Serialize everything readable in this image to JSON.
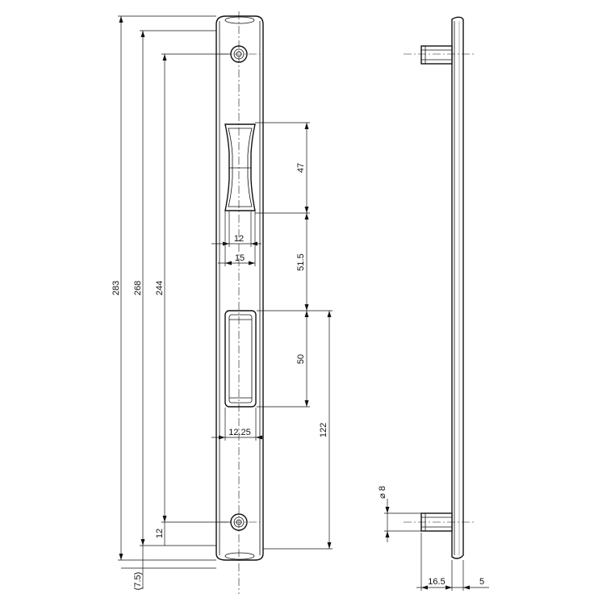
{
  "dimensions": {
    "overall_length": "283",
    "hole_center_span": "268",
    "hole_to_hole": "244",
    "upper_slot_height": "47",
    "slot_gap": "51.5",
    "lower_slot_height": "50",
    "lower_slot_to_bottom": "122",
    "upper_slot_width_inner": "12",
    "upper_slot_width_outer": "15",
    "lower_slot_width": "12.25",
    "bottom_hole_offset": "12",
    "end_offset": "(7.5)",
    "pin_diameter": "⌀ 8",
    "pin_length": "16.5",
    "plate_thickness": "5"
  }
}
